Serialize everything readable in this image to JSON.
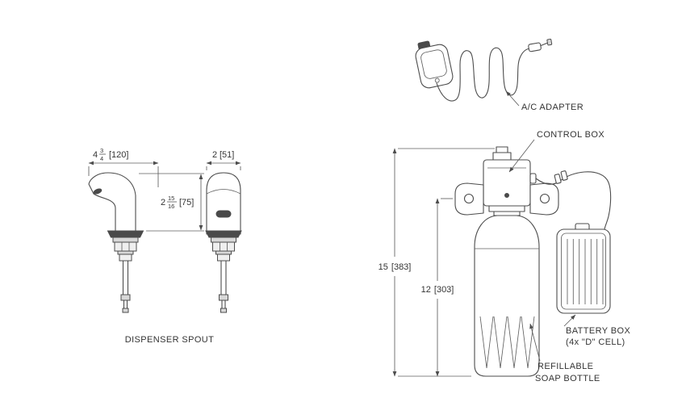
{
  "page": {
    "background": "#ffffff",
    "line_color": "#4d4d4d",
    "text_color": "#343434"
  },
  "spout": {
    "caption": "DISPENSER SPOUT",
    "reach_dim": {
      "whole": "4",
      "numerator": "3",
      "denominator": "4",
      "mm": "[120]"
    },
    "height_dim": {
      "whole": "2",
      "numerator": "15",
      "denominator": "16",
      "mm": "[75]"
    },
    "width_dim": {
      "whole": "2",
      "mm": "[51]"
    }
  },
  "system": {
    "ac_adapter": {
      "label": "A/C ADAPTER"
    },
    "control_box": {
      "label": "CONTROL BOX"
    },
    "battery_box": {
      "label": "BATTERY BOX",
      "sublabel": "(4x \"D\" CELL)"
    },
    "soap_bottle": {
      "label_line1": "REFILLABLE",
      "label_line2": "SOAP BOTTLE"
    },
    "overall_height_dim": {
      "inches": "15",
      "mm": "[383]"
    },
    "bottle_height_dim": {
      "inches": "12",
      "mm": "[303]"
    }
  }
}
